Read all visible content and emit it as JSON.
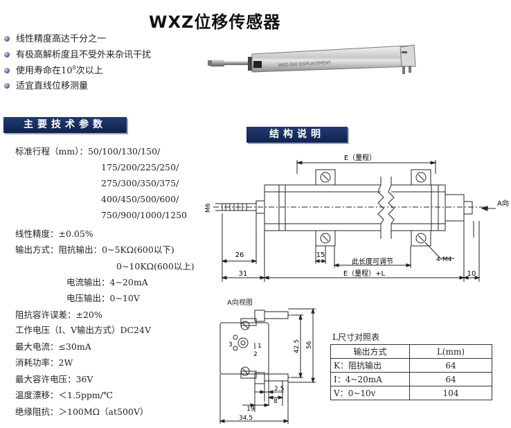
{
  "title": "WXZ位移传感器",
  "features": [
    {
      "text": "线性精度高达千分之一"
    },
    {
      "text": "有极高解析度且不受外来杂讯干扰"
    },
    {
      "text": "使用寿命在10",
      "sup": "8",
      "suffix": "次以上"
    },
    {
      "text": "适宜直线位移测量"
    }
  ],
  "sections": {
    "specs": "主要技术参数",
    "structure": "结构说明"
  },
  "specs": {
    "stroke_label": "标准行程（mm）：",
    "stroke_lines": [
      "50/100/130/150/",
      "175/200/225/250/",
      "275/300/350/375/",
      "400/450/500/600/",
      "750/900/1000/1250"
    ],
    "linearity": "线性精度：±0.05%",
    "output_label": "输出方式：",
    "output_lines": [
      "阻抗输出：0~5KΩ(600以下)",
      "0~10KΩ(600以上)",
      "电流输出：4~20mA",
      "电压输出：0~10V"
    ],
    "tolerance": "阻抗容许误差：±20%",
    "working_voltage": "工作电压（I、V输出方式）DC24V",
    "max_current": "最大电流：≤30mA",
    "power": "消耗功率：2W",
    "max_voltage": "最大容许电压：36V",
    "temp_drift": "温度漂移：＜1.5ppm/℃",
    "insulation": "绝缘阻抗：＞100MΩ（at500V）"
  },
  "drawing": {
    "dim_e": "E（量程）",
    "dim_e_l": "E（量程）+L",
    "adjustable": "此长度可调节",
    "a_dir": "A向",
    "m6": "M6",
    "m4": "4-M4",
    "d26": "26",
    "d31": "31",
    "d15": "15",
    "d10": "10",
    "view_a": "A向视图",
    "d56": "56",
    "d425": "42.5",
    "d25": "2.5",
    "d8": "8",
    "d19": "19",
    "d345": "34.5",
    "pin1": "1",
    "pin2": "2",
    "pin3": "3"
  },
  "l_table": {
    "title": "L尺寸对照表",
    "headers": [
      "输出方式",
      "L(mm)"
    ],
    "rows": [
      [
        "K：阻抗输出",
        "64"
      ],
      [
        "I：4~20mA",
        "64"
      ],
      [
        "V：0~10v",
        "104"
      ]
    ]
  }
}
